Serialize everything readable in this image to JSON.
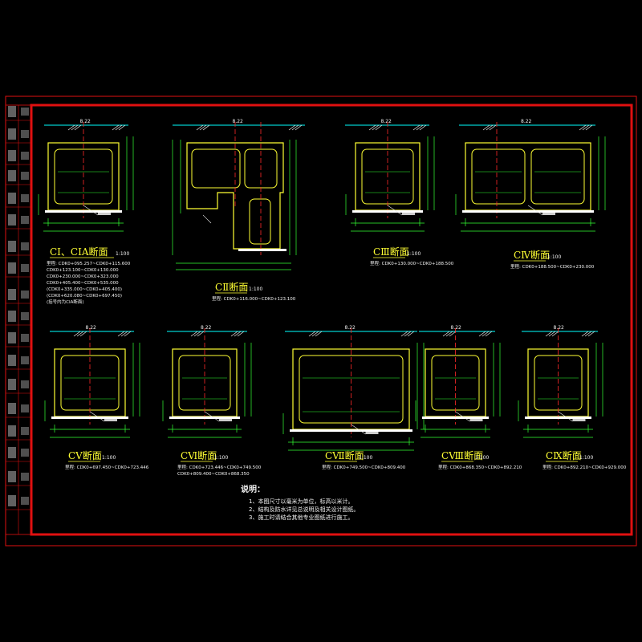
{
  "drawing": {
    "colors": {
      "background": "#000000",
      "frame": "#e01010",
      "outline": "#ffff33",
      "dimension": "#33ff33",
      "grade_line": "#00ffff",
      "text": "#f2f2f2",
      "center_line": "#ff2a2a",
      "fill_white": "#ffffff"
    },
    "sections": [
      {
        "id": "c1",
        "title": "CⅠ、CⅠA断面",
        "scale": "1:100",
        "top_elev": "8.22",
        "stations": [
          "里程: CDK0+095.257~CDK0+115.600",
          "CDK0+123.100~CDK0+130.000",
          "CDK0+230.000~CDK0+323.000",
          "CDK0+405.400~CDK0+535.000",
          "(CDK0+335.000~CDK0+405.400)",
          "(CDK0+620.080~CDK0+697.450)",
          "(括号内为CⅠA断面)"
        ]
      },
      {
        "id": "c2",
        "title": "CⅡ断面",
        "scale": "1:100",
        "top_elev": "8.22",
        "stations": [
          "里程: CDK0+116.000~CDK0+123.100"
        ]
      },
      {
        "id": "c3",
        "title": "CⅢ断面",
        "scale": "1:100",
        "top_elev": "8.22",
        "stations": [
          "里程: CDK0+130.000~CDK0+188.500"
        ]
      },
      {
        "id": "c4",
        "title": "CⅣ断面",
        "scale": "1:100",
        "top_elev": "8.22",
        "stations": [
          "里程: CDK0+188.500~CDK0+230.000"
        ]
      },
      {
        "id": "c5",
        "title": "CⅤ断面",
        "scale": "1:100",
        "top_elev": "8.22",
        "stations": [
          "里程: CDK0+697.450~CDK0+723.446"
        ]
      },
      {
        "id": "c6",
        "title": "CⅥ断面",
        "scale": "1:100",
        "top_elev": "8.22",
        "stations": [
          "里程: CDK0+723.446~CDK0+749.500",
          "CDK0+809.400~CDK0+868.350"
        ]
      },
      {
        "id": "c7",
        "title": "CⅦ断面",
        "scale": "1:100",
        "top_elev": "8.22",
        "stations": [
          "里程: CDK0+749.500~CDK0+809.400"
        ]
      },
      {
        "id": "c8",
        "title": "CⅧ断面",
        "scale": "1:100",
        "top_elev": "8.22",
        "stations": [
          "里程: CDK0+868.350~CDK0+892.210"
        ]
      },
      {
        "id": "c9",
        "title": "CⅨ断面",
        "scale": "1:100",
        "top_elev": "8.22",
        "stations": [
          "里程: CDK0+892.210~CDK0+929.000"
        ]
      }
    ],
    "notes": {
      "heading": "说明：",
      "items": [
        "1、本图尺寸以毫米为单位，标高以米计。",
        "2、结构及防水详见总说明及相关设计图纸。",
        "3、施工时请结合其他专业图纸进行施工。"
      ]
    }
  }
}
